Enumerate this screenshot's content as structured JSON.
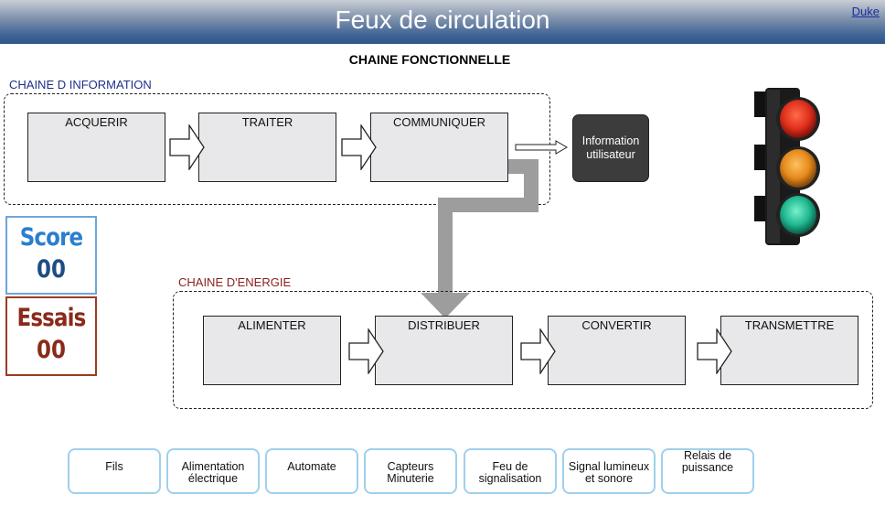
{
  "header": {
    "title": "Feux de circulation",
    "link": "Duke"
  },
  "subtitle": "CHAINE FONCTIONNELLE",
  "info_chain": {
    "label": "CHAINE D INFORMATION",
    "blocks": [
      "ACQUERIR",
      "TRAITER",
      "COMMUNIQUER"
    ],
    "output": "Information utilisateur"
  },
  "energy_chain": {
    "label": "CHAINE D'ENERGIE",
    "blocks": [
      "ALIMENTER",
      "DISTRIBUER",
      "CONVERTIR",
      "TRANSMETTRE"
    ]
  },
  "score": {
    "label": "Score",
    "value": "00"
  },
  "essais": {
    "label": "Essais",
    "value": "00"
  },
  "options": [
    "Fils",
    "Alimentation électrique",
    "Automate",
    "Capteurs Minuterie",
    "Feu de signalisation",
    "Signal lumineux et sonore",
    "Relais de puissance"
  ],
  "colors": {
    "score": "#2a7fce",
    "score_value": "#1e4d82",
    "essais": "#8a2a1a"
  },
  "icons": {
    "traffic_light": "traffic-light-icon",
    "flow_arrow": "block-arrow-icon"
  }
}
